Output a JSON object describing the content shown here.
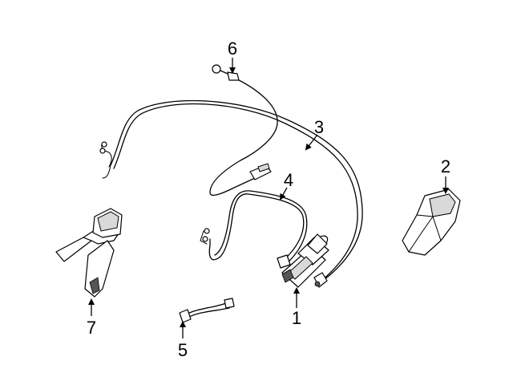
{
  "callouts": {
    "c1": "1",
    "c2": "2",
    "c3": "3",
    "c4": "4",
    "c5": "5",
    "c6": "6",
    "c7": "7"
  },
  "colors": {
    "line": "#000000",
    "background": "#ffffff",
    "shade": "#d9d9d9"
  }
}
